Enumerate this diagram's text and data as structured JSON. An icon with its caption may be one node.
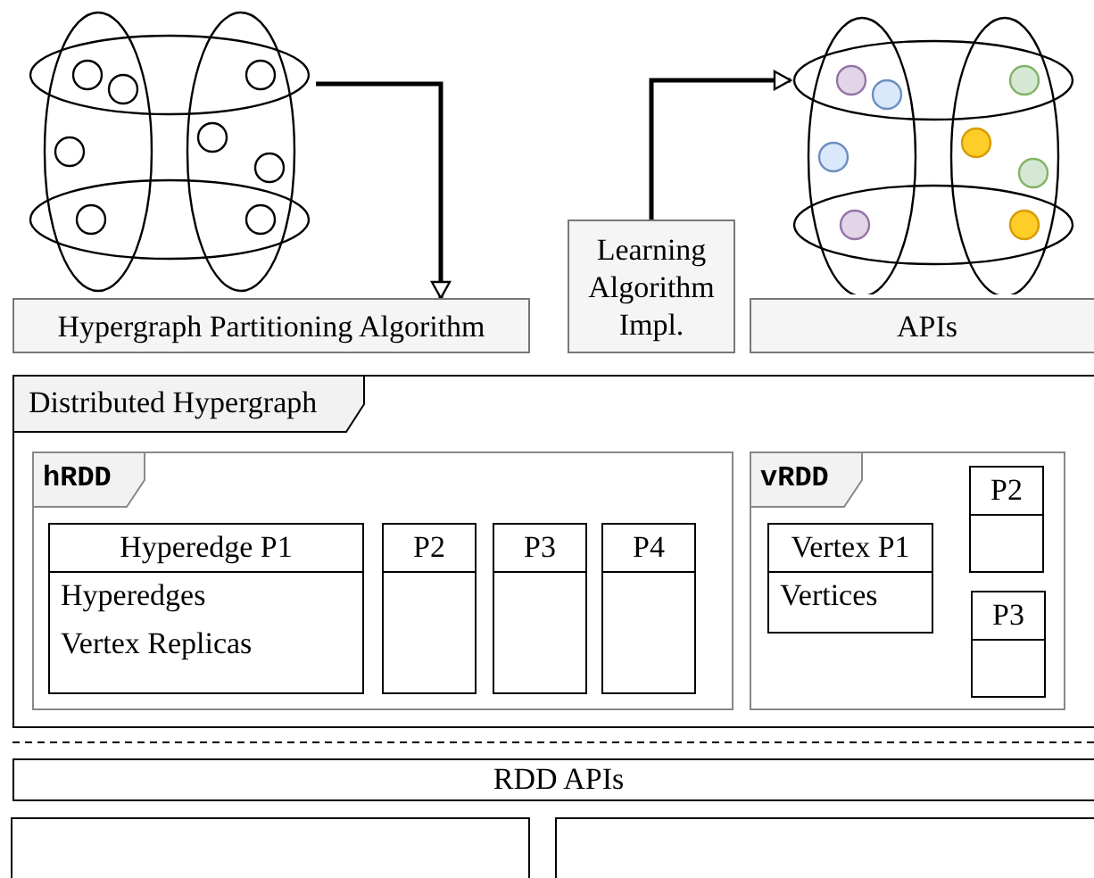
{
  "diagram": {
    "nodes": [
      {
        "text": [],
        "shape": "picture"
      },
      {
        "text": [
          "Hypergraph Partitioning Algorithm"
        ]
      },
      {
        "text": [
          "Learning Algorithm Impl."
        ]
      },
      {
        "text": [],
        "shape": "picture"
      },
      {
        "text": [
          "APIs"
        ]
      },
      {
        "text": [
          "Distributed Hypergraph"
        ]
      },
      {
        "text": [
          "hRDD"
        ],
        "in": 5
      },
      {
        "text": [
          "Hyperedge P1",
          "Hyperedges",
          "Vertex Replicas"
        ],
        "in": 6
      },
      {
        "text": [
          "P2"
        ],
        "in": 6
      },
      {
        "text": [
          "P3"
        ],
        "in": 6
      },
      {
        "text": [
          "P4"
        ],
        "in": 6
      },
      {
        "text": [
          "vRDD"
        ],
        "in": 5
      },
      {
        "text": [
          "Vertex P1",
          "Vertices"
        ],
        "in": 11
      },
      {
        "text": [
          "P2"
        ],
        "in": 11
      },
      {
        "text": [
          "P3"
        ],
        "in": 11
      },
      {
        "text": [
          "RDD APIs"
        ]
      },
      {
        "text": [],
        "shape": "box"
      },
      {
        "text": [],
        "shape": "box"
      }
    ],
    "edges": [
      {
        "from": 0,
        "to": 1,
        "arrow": "to"
      },
      {
        "from": 2,
        "to": 3,
        "arrow": "to"
      }
    ]
  }
}
